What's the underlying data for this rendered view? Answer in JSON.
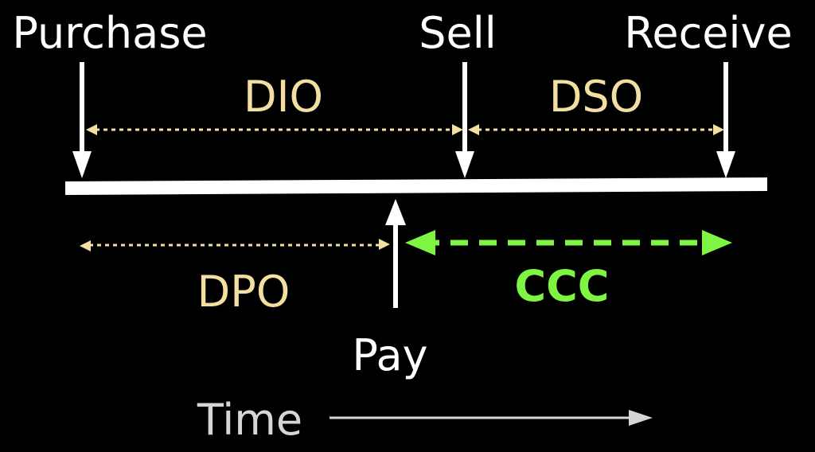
{
  "colors": {
    "background": "#000000",
    "primary": "#ffffff",
    "period": "#f3dfa2",
    "cycle": "#7ef542",
    "time": "#d6d6d6"
  },
  "events": {
    "purchase": "Purchase",
    "sell": "Sell",
    "receive": "Receive",
    "pay": "Pay"
  },
  "periods": {
    "dio": "DIO",
    "dso": "DSO",
    "dpo": "DPO",
    "ccc": "CCC"
  },
  "time_label": "Time"
}
